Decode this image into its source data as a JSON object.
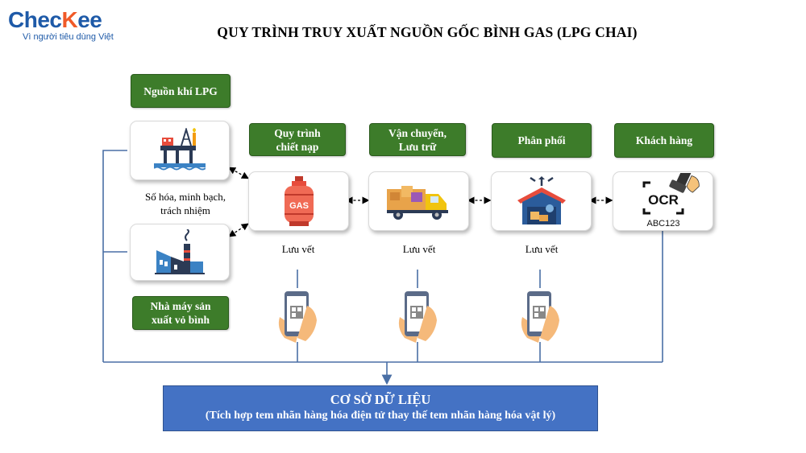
{
  "logo": {
    "brand_prefix": "Chec",
    "brand_k": "K",
    "brand_suffix": "ee",
    "tagline": "Vì người tiêu dùng Việt"
  },
  "title": "QUY TRÌNH TRUY XUẤT NGUỒN GỐC BÌNH GAS (LPG CHAI)",
  "stages": {
    "lpg_source": "Nguồn khí LPG",
    "factory": "Nhà máy sản xuất vỏ bình",
    "filling": "Quy trình chiết nạp",
    "transport": "Vận chuyển, Lưu trữ",
    "distribution": "Phân phối",
    "customer": "Khách hàng"
  },
  "digitize_note": "Số hóa, minh bạch, trách nhiệm",
  "trace_label": "Lưu vết",
  "gas_label": "GAS",
  "ocr": {
    "label": "OCR",
    "code": "ABC123"
  },
  "database": {
    "title": "CƠ SỞ DỮ LIỆU",
    "subtitle": "(Tích hợp tem nhãn hàng hóa điện tử thay thế tem nhãn hàng hóa vật lý)"
  },
  "colors": {
    "green": "#3d7c2a",
    "blue": "#4472c4",
    "line": "#4a6fa5",
    "brand_blue": "#1e5aa8",
    "brand_orange": "#f05a28"
  },
  "icons": [
    "oil-rig-icon",
    "factory-icon",
    "gas-cylinder-icon",
    "delivery-truck-icon",
    "warehouse-icon",
    "ocr-scanner-icon",
    "qr-phone-icon"
  ]
}
